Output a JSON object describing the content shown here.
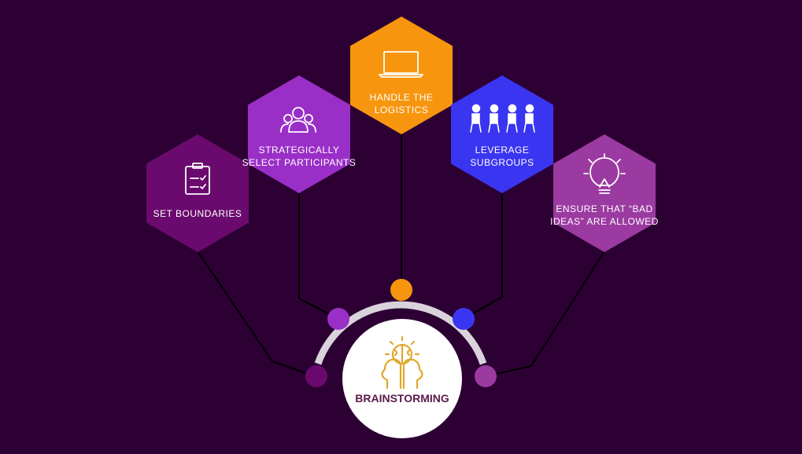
{
  "center": {
    "label": "BRAINSTORMING",
    "icon": "brain-heads-icon"
  },
  "colors": {
    "background": "#2d0034",
    "arc": "#d9d3dc",
    "connector": "#000000",
    "center_fill": "#ffffff",
    "center_icon": "#e0a82e",
    "center_text": "#5a1a4a"
  },
  "nodes": [
    {
      "id": "set-boundaries",
      "label": "SET BOUNDARIES",
      "icon": "clipboard-checklist-icon",
      "color": "#6a0a6e"
    },
    {
      "id": "select-participants",
      "label": "STRATEGICALLY\nSELECT PARTICIPANTS",
      "icon": "people-group-icon",
      "color": "#9a2fc7"
    },
    {
      "id": "handle-logistics",
      "label": "HANDLE THE\nLOGISTICS",
      "icon": "laptop-icon",
      "color": "#f7960e"
    },
    {
      "id": "leverage-subgroups",
      "label": "LEVERAGE\nSUBGROUPS",
      "icon": "seated-people-icon",
      "color": "#3a35f0"
    },
    {
      "id": "bad-ideas",
      "label": "ENSURE THAT “BAD\nIDEAS” ARE ALLOWED",
      "icon": "lightbulb-icon",
      "color": "#9b3aa0"
    }
  ]
}
